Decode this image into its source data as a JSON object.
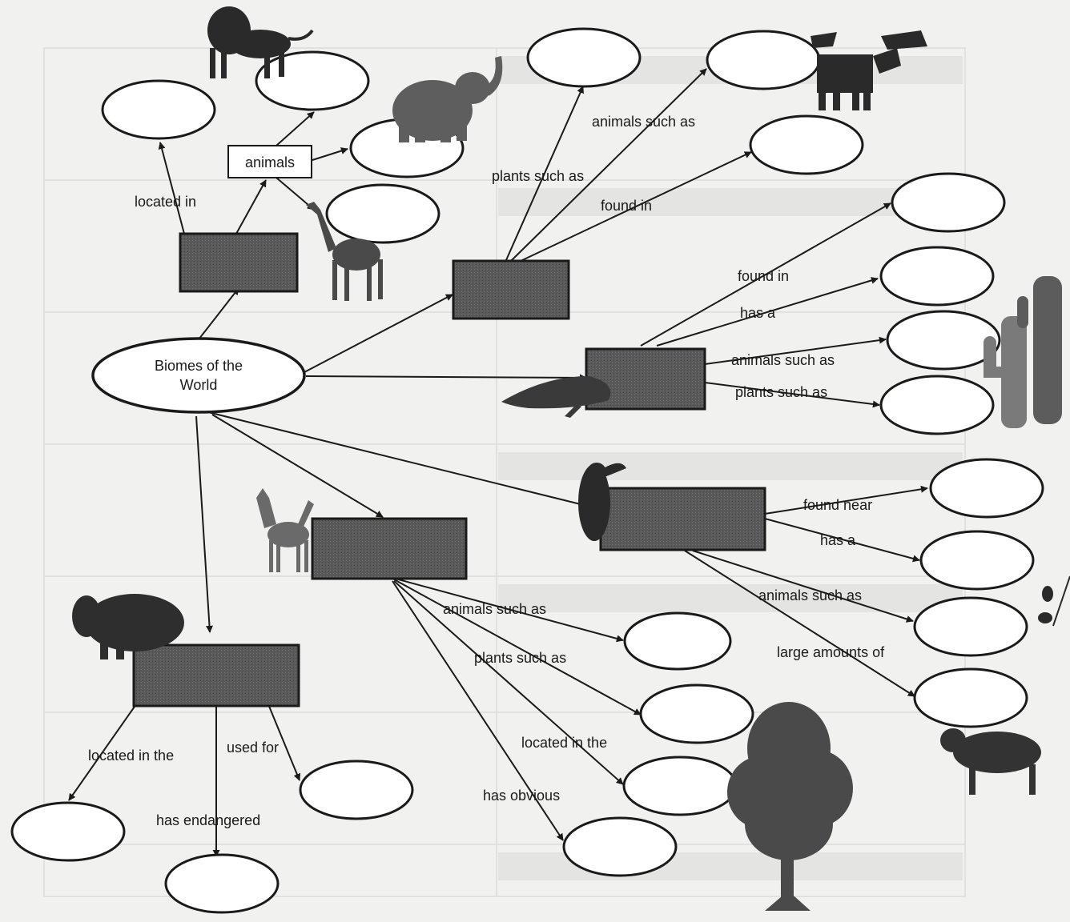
{
  "map": {
    "center": {
      "line1": "Biomes of the",
      "line2": "World"
    },
    "animals_box": "animals",
    "links": {
      "savanna_located_in": "located in",
      "taiga_plants": "plants such as",
      "taiga_animals": "animals such as",
      "taiga_found_in": "found in",
      "desert_found_in": "found in",
      "desert_has_a": "has a",
      "desert_animals": "animals such as",
      "desert_plants": "plants such as",
      "rainforest_found_near": "found near",
      "rainforest_has_a": "has a",
      "rainforest_animals": "animals such as",
      "rainforest_large_amounts": "large amounts of",
      "deciduous_animals": "animals such as",
      "deciduous_plants": "plants such as",
      "deciduous_located": "located in the",
      "deciduous_has_obvious": "has obvious",
      "grassland_located": "located in the",
      "grassland_used_for": "used for",
      "grassland_endangered": "has endangered"
    }
  },
  "colors": {
    "ink": "#1a1a1a",
    "biome_box": "#585858",
    "paper": "#f1f1ef"
  },
  "pictures": [
    "lion-icon",
    "elephant-icon",
    "giraffe-icon",
    "moose-icon",
    "lizard-icon",
    "cactus-icon",
    "toucan-icon",
    "deer-icon",
    "bison-icon",
    "tree-icon",
    "jaguar-icon"
  ]
}
